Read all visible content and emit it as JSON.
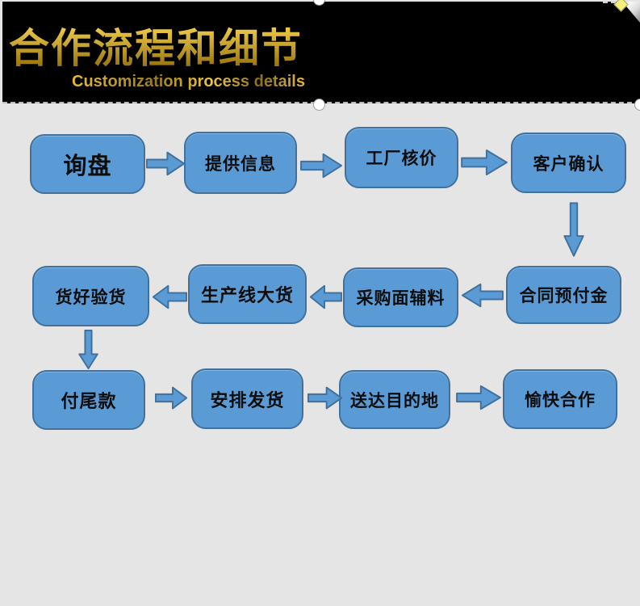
{
  "header": {
    "title": "合作流程和细节",
    "subtitle": "Customization process details"
  },
  "colors": {
    "canvas_bg": "#e5e5e5",
    "header_bg": "#000000",
    "title_gold_light": "#f2cf4d",
    "title_gold_dark": "#8f6a08",
    "box_fill": "#5b9bd5",
    "box_border": "#41719c"
  },
  "flow": {
    "boxes": [
      {
        "label": "询盘"
      },
      {
        "label": "提供信息"
      },
      {
        "label": "工厂核价"
      },
      {
        "label": "客户确认"
      },
      {
        "label": "合同预付金"
      },
      {
        "label": "采购面辅料"
      },
      {
        "label": "生产线大货"
      },
      {
        "label": "货好验货"
      },
      {
        "label": "付尾款"
      },
      {
        "label": "安排发货"
      },
      {
        "label": "送达目的地"
      },
      {
        "label": "愉快合作"
      }
    ]
  }
}
